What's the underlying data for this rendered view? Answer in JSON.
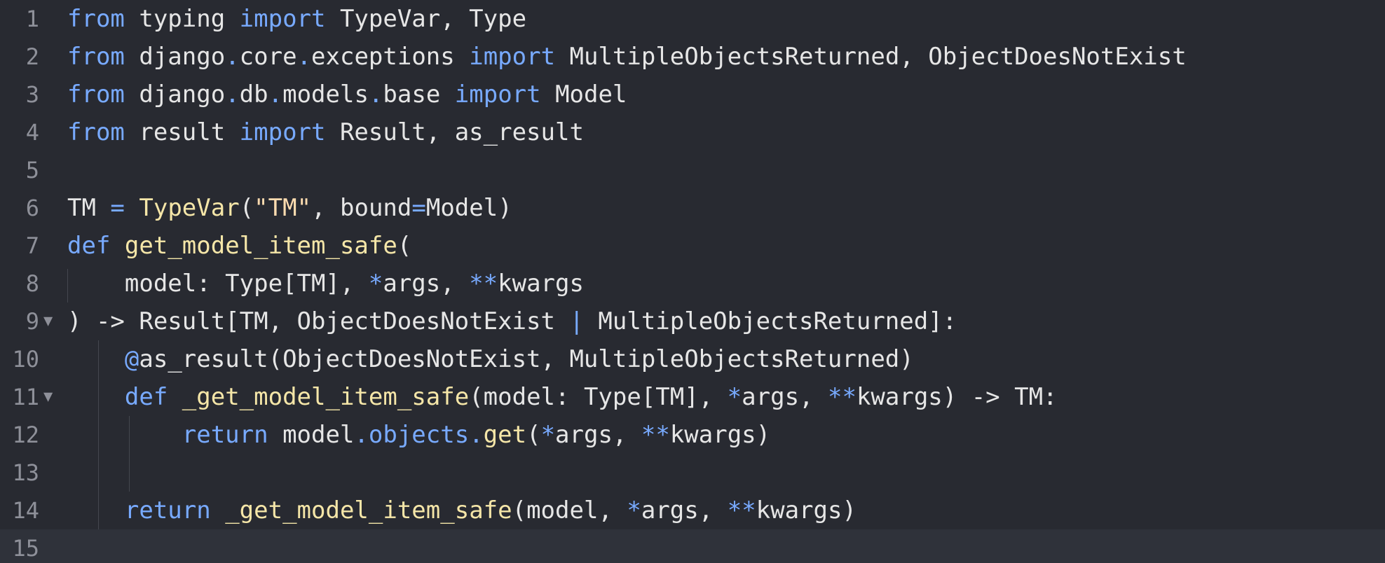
{
  "editor": {
    "language": "python",
    "current_line": 15,
    "colors": {
      "background": "#282a31",
      "current_line": "#2f323a",
      "keyword": "#78aaff",
      "function": "#f5e6a8",
      "string": "#ffdcb0",
      "text": "#e6e6e6",
      "line_number": "#8e9099"
    },
    "lines": [
      {
        "number": "1",
        "fold": "",
        "tokens": [
          {
            "t": "from",
            "c": "kw"
          },
          {
            "t": " typing ",
            "c": "tx"
          },
          {
            "t": "import",
            "c": "kw"
          },
          {
            "t": " TypeVar, Type",
            "c": "tx"
          }
        ]
      },
      {
        "number": "2",
        "fold": "",
        "tokens": [
          {
            "t": "from",
            "c": "kw"
          },
          {
            "t": " django",
            "c": "tx"
          },
          {
            "t": ".",
            "c": "op"
          },
          {
            "t": "core",
            "c": "tx"
          },
          {
            "t": ".",
            "c": "op"
          },
          {
            "t": "exceptions ",
            "c": "tx"
          },
          {
            "t": "import",
            "c": "kw"
          },
          {
            "t": " MultipleObjectsReturned, ObjectDoesNotExist",
            "c": "tx"
          }
        ]
      },
      {
        "number": "3",
        "fold": "",
        "tokens": [
          {
            "t": "from",
            "c": "kw"
          },
          {
            "t": " django",
            "c": "tx"
          },
          {
            "t": ".",
            "c": "op"
          },
          {
            "t": "db",
            "c": "tx"
          },
          {
            "t": ".",
            "c": "op"
          },
          {
            "t": "models",
            "c": "tx"
          },
          {
            "t": ".",
            "c": "op"
          },
          {
            "t": "base ",
            "c": "tx"
          },
          {
            "t": "import",
            "c": "kw"
          },
          {
            "t": " Model",
            "c": "tx"
          }
        ]
      },
      {
        "number": "4",
        "fold": "",
        "tokens": [
          {
            "t": "from",
            "c": "kw"
          },
          {
            "t": " result ",
            "c": "tx"
          },
          {
            "t": "import",
            "c": "kw"
          },
          {
            "t": " Result, as_result",
            "c": "tx"
          }
        ]
      },
      {
        "number": "5",
        "fold": "",
        "tokens": []
      },
      {
        "number": "6",
        "fold": "",
        "tokens": [
          {
            "t": "TM ",
            "c": "tx"
          },
          {
            "t": "=",
            "c": "op"
          },
          {
            "t": " ",
            "c": "tx"
          },
          {
            "t": "TypeVar",
            "c": "fn"
          },
          {
            "t": "(",
            "c": "tx"
          },
          {
            "t": "\"TM\"",
            "c": "str"
          },
          {
            "t": ", bound",
            "c": "tx"
          },
          {
            "t": "=",
            "c": "op"
          },
          {
            "t": "Model)",
            "c": "tx"
          }
        ]
      },
      {
        "number": "7",
        "fold": "",
        "tokens": [
          {
            "t": "def",
            "c": "kw"
          },
          {
            "t": " ",
            "c": "tx"
          },
          {
            "t": "get_model_item_safe",
            "c": "fn"
          },
          {
            "t": "(",
            "c": "tx"
          }
        ]
      },
      {
        "number": "8",
        "fold": "",
        "tokens": [
          {
            "t": "    model: Type[TM], ",
            "c": "tx"
          },
          {
            "t": "*",
            "c": "op"
          },
          {
            "t": "args, ",
            "c": "tx"
          },
          {
            "t": "**",
            "c": "op"
          },
          {
            "t": "kwargs",
            "c": "tx"
          }
        ]
      },
      {
        "number": "9",
        "fold": "▼",
        "tokens": [
          {
            "t": ") -> Result[TM, ObjectDoesNotExist ",
            "c": "tx"
          },
          {
            "t": "|",
            "c": "op"
          },
          {
            "t": " MultipleObjectsReturned]:",
            "c": "tx"
          }
        ]
      },
      {
        "number": "10",
        "fold": "",
        "tokens": [
          {
            "t": "    ",
            "c": "tx"
          },
          {
            "t": "@",
            "c": "op"
          },
          {
            "t": "as_result(ObjectDoesNotExist, MultipleObjectsReturned)",
            "c": "tx"
          }
        ]
      },
      {
        "number": "11",
        "fold": "▼",
        "tokens": [
          {
            "t": "    ",
            "c": "tx"
          },
          {
            "t": "def",
            "c": "kw"
          },
          {
            "t": " ",
            "c": "tx"
          },
          {
            "t": "_get_model_item_safe",
            "c": "fn"
          },
          {
            "t": "(model: Type[TM], ",
            "c": "tx"
          },
          {
            "t": "*",
            "c": "op"
          },
          {
            "t": "args, ",
            "c": "tx"
          },
          {
            "t": "**",
            "c": "op"
          },
          {
            "t": "kwargs) -> TM:",
            "c": "tx"
          }
        ]
      },
      {
        "number": "12",
        "fold": "",
        "tokens": [
          {
            "t": "        ",
            "c": "tx"
          },
          {
            "t": "return",
            "c": "kw"
          },
          {
            "t": " model",
            "c": "tx"
          },
          {
            "t": ".objects.",
            "c": "op"
          },
          {
            "t": "get",
            "c": "fn"
          },
          {
            "t": "(",
            "c": "tx"
          },
          {
            "t": "*",
            "c": "op"
          },
          {
            "t": "args, ",
            "c": "tx"
          },
          {
            "t": "**",
            "c": "op"
          },
          {
            "t": "kwargs)",
            "c": "tx"
          }
        ]
      },
      {
        "number": "13",
        "fold": "",
        "tokens": []
      },
      {
        "number": "14",
        "fold": "",
        "tokens": [
          {
            "t": "    ",
            "c": "tx"
          },
          {
            "t": "return",
            "c": "kw"
          },
          {
            "t": " ",
            "c": "tx"
          },
          {
            "t": "_get_model_item_safe",
            "c": "fn"
          },
          {
            "t": "(model, ",
            "c": "tx"
          },
          {
            "t": "*",
            "c": "op"
          },
          {
            "t": "args, ",
            "c": "tx"
          },
          {
            "t": "**",
            "c": "op"
          },
          {
            "t": "kwargs)",
            "c": "tx"
          }
        ]
      },
      {
        "number": "15",
        "fold": "",
        "tokens": []
      }
    ]
  }
}
